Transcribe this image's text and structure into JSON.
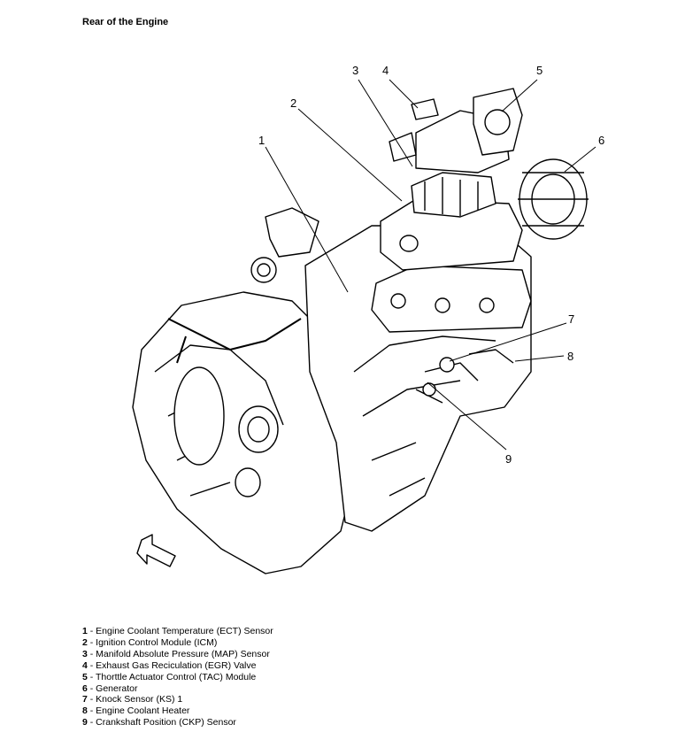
{
  "title": "Rear of the Engine",
  "callouts": [
    "1",
    "2",
    "3",
    "4",
    "5",
    "6",
    "7",
    "8",
    "9"
  ],
  "legend": [
    {
      "num": "1",
      "text": " - Engine Coolant Temperature (ECT) Sensor"
    },
    {
      "num": "2",
      "text": " - Ignition Control Module (ICM)"
    },
    {
      "num": "3",
      "text": " - Manifold Absolute Pressure (MAP) Sensor"
    },
    {
      "num": "4",
      "text": " - Exhaust Gas Reciculation (EGR) Valve"
    },
    {
      "num": "5",
      "text": " - Thorttle Actuator Control (TAC) Module"
    },
    {
      "num": "6",
      "text": " - Generator"
    },
    {
      "num": "7",
      "text": " - Knock Sensor (KS) 1"
    },
    {
      "num": "8",
      "text": " - Engine Coolant Heater"
    },
    {
      "num": "9",
      "text": " - Crankshaft Position (CKP) Sensor"
    }
  ]
}
